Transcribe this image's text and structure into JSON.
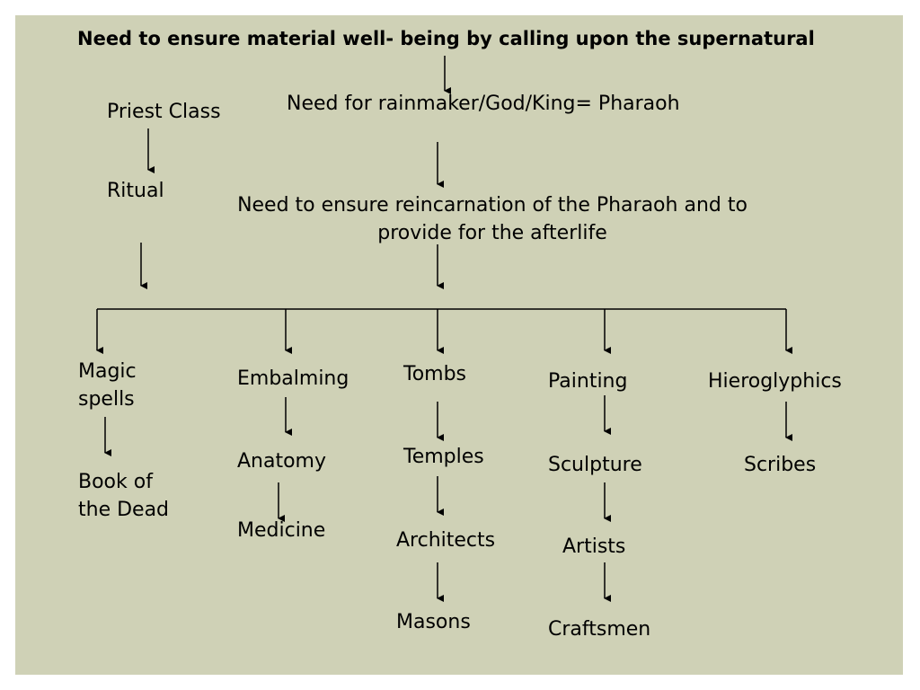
{
  "title": "Need to ensure material well- being by calling upon the supernatural",
  "pharaoh": "Need for rainmaker/God/King= Pharaoh",
  "reincarnation": "Need to ensure reincarnation of the Pharaoh and to provide for the afterlife",
  "priest_class": "Priest Class",
  "ritual": "Ritual",
  "branches": {
    "magic": {
      "label": "Magic spells",
      "children": [
        "Book of the Dead"
      ]
    },
    "embalming": {
      "label": "Embalming",
      "children": [
        "Anatomy",
        "Medicine"
      ]
    },
    "tombs": {
      "label": "Tombs",
      "children": [
        "Temples",
        "Architects",
        "Masons"
      ]
    },
    "painting": {
      "label": "Painting",
      "children": [
        "Sculpture",
        "Artists",
        "Craftsmen"
      ]
    },
    "hieroglyphics": {
      "label": "Hieroglyphics",
      "children": [
        "Scribes"
      ]
    }
  },
  "colors": {
    "background": "#cfd1b6",
    "line": "#000000"
  }
}
